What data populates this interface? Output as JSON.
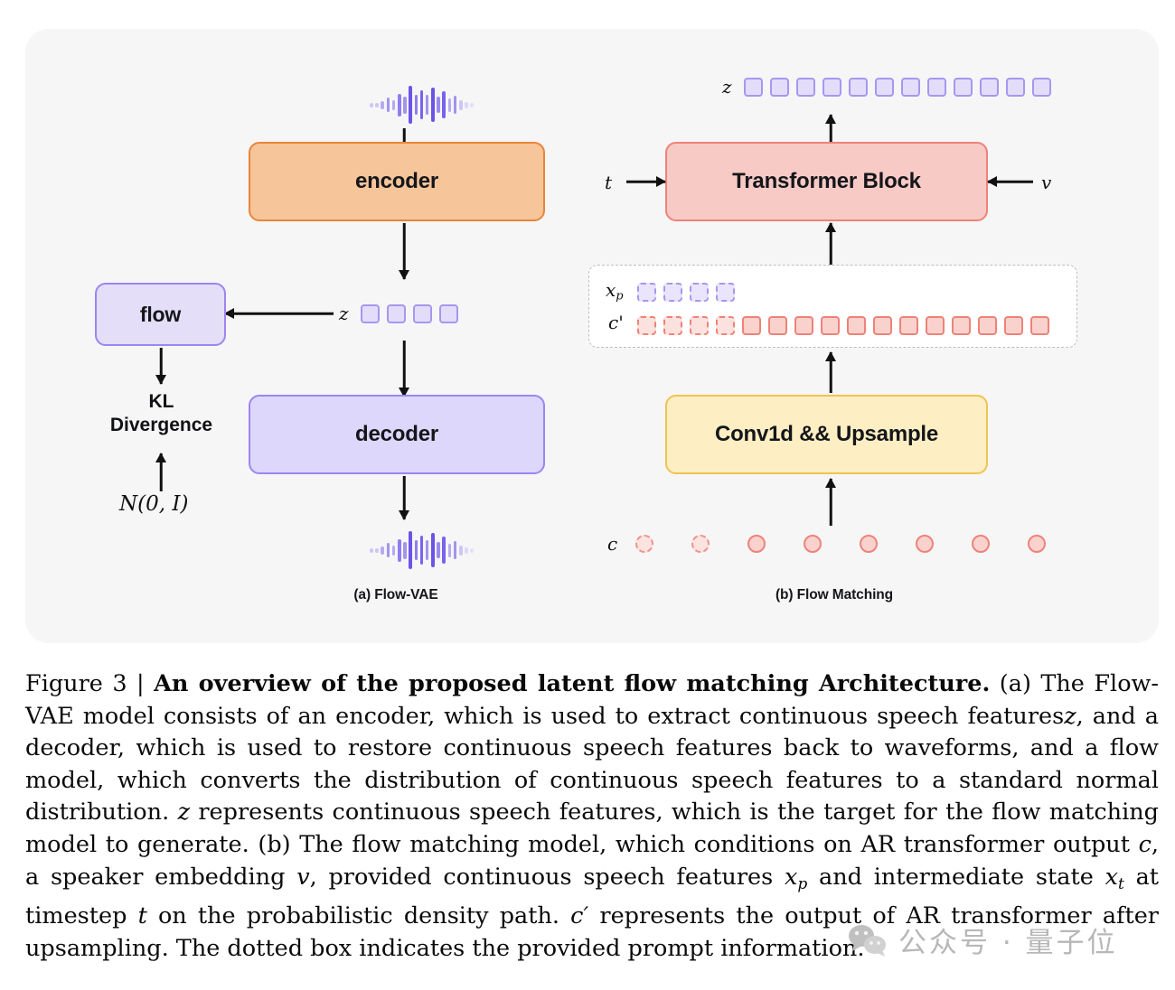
{
  "figure": {
    "panel_bg": "#f6f6f6",
    "subfigures": [
      {
        "id": "a",
        "caption": "(a) Flow-VAE"
      },
      {
        "id": "b",
        "caption": "(b) Flow Matching"
      }
    ],
    "flow_vae": {
      "encoder_label": "encoder",
      "decoder_label": "decoder",
      "flow_label": "flow",
      "kl_label": "KL\nDivergence",
      "kl_label_line1": "KL",
      "kl_label_line2": "Divergence",
      "prior_label": "N(0, I)",
      "latent_symbol": "z",
      "latent_token_count": 4,
      "input_waveform_name": "speech-waveform",
      "output_waveform_name": "speech-waveform",
      "colors": {
        "encoder_fill": "#f6c59a",
        "encoder_stroke": "#e8853a",
        "decoder_fill": "#ddd7fb",
        "decoder_stroke": "#9b86ef",
        "flow_fill": "#e4def9",
        "flow_stroke": "#9b86ef",
        "token_purple_fill": "#e3ddfa",
        "token_purple_stroke": "#a797f0"
      }
    },
    "flow_matching": {
      "transformer_label": "Transformer Block",
      "conv_label": "Conv1d && Upsample",
      "timestep_symbol": "t",
      "speaker_symbol": "v",
      "output_symbol": "z",
      "output_token_count": 12,
      "prompt_symbol": "x_p",
      "prompt_token_count": 4,
      "cond_symbol": "c'",
      "cond_dashed_count": 4,
      "cond_solid_count": 12,
      "ar_symbol": "c",
      "ar_dashed_count": 2,
      "ar_solid_count": 6,
      "colors": {
        "transformer_fill": "#f7cac6",
        "transformer_stroke": "#ee8279",
        "conv_fill": "#fdeec3",
        "conv_stroke": "#f0c352",
        "token_red_fill": "#f9d2ce",
        "token_red_stroke": "#ef8278",
        "prompt_box_stroke": "#bdbdbd"
      }
    }
  },
  "caption": {
    "figure_number": "Figure 3",
    "separator": "|",
    "title": "An overview of the proposed latent flow matching Architecture.",
    "body_part_a": "(a) The Flow-VAE model consists of an encoder, which is used to extract continuous speech features",
    "body_part_a2": ", and a decoder, which is used to restore continuous speech features back to waveforms, and a flow model, which converts the distribution of continuous speech features to a standard normal distribution.",
    "body_part_a3": "represents continuous speech features, which is the target for the flow matching model to generate.",
    "body_part_b": "(b) The flow matching model, which conditions on AR transformer output",
    "body_part_b2": ", a speaker embedding",
    "body_part_b3": ", provided continuous speech features",
    "body_part_b4": "and intermediate state",
    "body_part_b5": "at timestep",
    "body_part_b6": "on the probabilistic density path.",
    "body_part_b7": "represents the output of AR transformer after upsampling. The dotted box indicates the provided prompt information."
  },
  "watermark": {
    "text": "公众号 · 量子位",
    "icon": "wechat-icon",
    "color": "#b4b4b4"
  }
}
